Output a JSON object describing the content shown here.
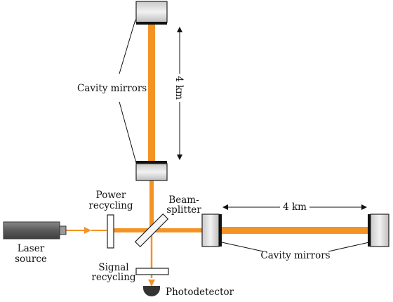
{
  "colors": {
    "beam": "#f39325",
    "mirror_fill": "#dcdcdc",
    "mirror_edge": "#222222",
    "laser_body": "#6e6e6e",
    "detector": "#333333"
  },
  "labels": {
    "cavity_mirrors_top": "Cavity mirrors",
    "arm_length_vertical": "4 km",
    "arm_length_horizontal": "4 km",
    "power_recycling_line1": "Power",
    "power_recycling_line2": "recycling",
    "beamsplitter_line1": "Beam-",
    "beamsplitter_line2": "splitter",
    "laser_line1": "Laser",
    "laser_line2": "source",
    "signal_recycling_line1": "Signal",
    "signal_recycling_line2": "recycling",
    "cavity_mirrors_right": "Cavity mirrors",
    "photodetector": "Photodetector"
  },
  "icons": {
    "laser": "laser-source-icon",
    "detector": "photodetector-icon"
  }
}
